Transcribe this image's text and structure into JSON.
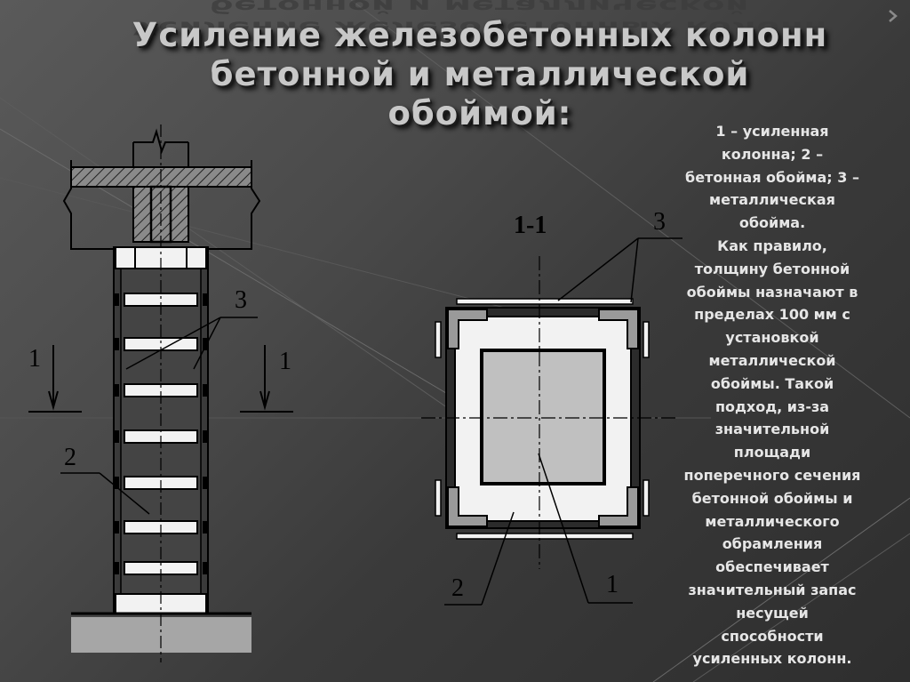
{
  "title": {
    "lines": [
      "Усиление железобетонных колонн",
      "бетонной и металлической",
      "обоймой:"
    ]
  },
  "description": {
    "lines": [
      "1 – усиленная",
      "колонна; 2 –",
      "бетонная обойма; 3 –",
      "металлическая",
      "обойма.",
      "Как правило,",
      "толщину бетонной",
      "обоймы назначают в",
      "пределах 100 мм с",
      "установкой",
      "металлической",
      "обоймы. Такой",
      "подход, из-за",
      "значительной",
      "площади",
      "поперечного сечения",
      "бетонной обоймы и",
      "металлического",
      "обрамления",
      "обеспечивает",
      "значительный запас",
      "несущей",
      "способности",
      "усиленных колонн."
    ]
  },
  "drawing": {
    "section_label": "1-1",
    "cut_label_left": "1",
    "cut_label_right": "1",
    "elevation_labels": {
      "jacket_metal": "3",
      "jacket_concrete": "2"
    },
    "section_labels": {
      "metal": "3",
      "concrete": "2",
      "column": "1"
    }
  },
  "colors": {
    "background": "#4a4a4a",
    "title_text": "#c8c8c8",
    "description_text": "#e6e6e6",
    "concrete_jacket": "#f2f2f2",
    "column_core": "#c0c0c0",
    "ground": "#a6a6a6"
  }
}
